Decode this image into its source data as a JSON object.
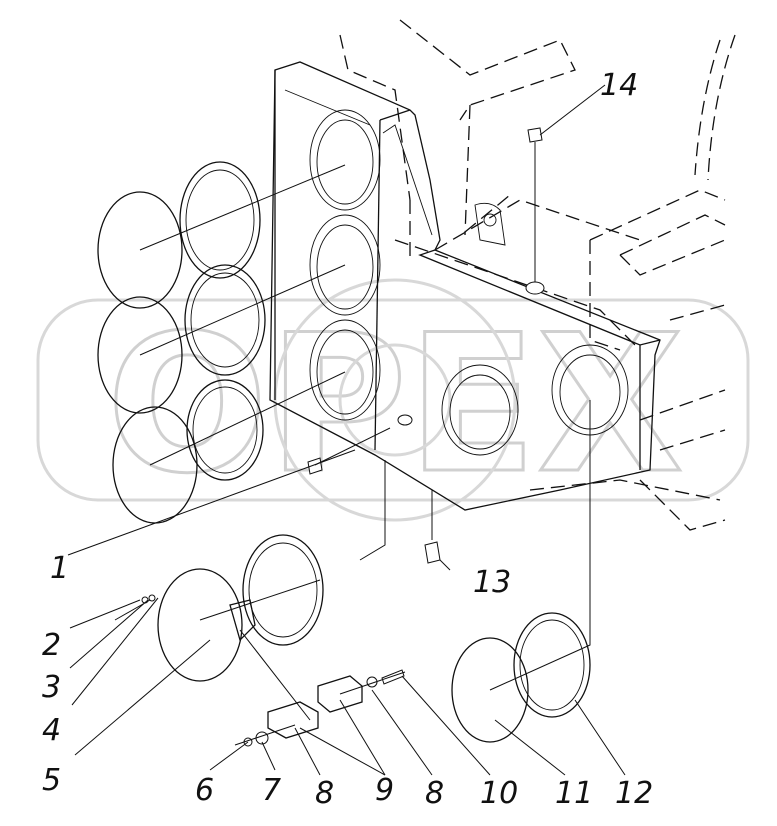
{
  "watermark": "OPEX",
  "callouts": [
    {
      "id": "c1",
      "label": "1"
    },
    {
      "id": "c2",
      "label": "2"
    },
    {
      "id": "c3",
      "label": "3"
    },
    {
      "id": "c4",
      "label": "4"
    },
    {
      "id": "c5",
      "label": "5"
    },
    {
      "id": "c6",
      "label": "6"
    },
    {
      "id": "c7",
      "label": "7"
    },
    {
      "id": "c8a",
      "label": "8"
    },
    {
      "id": "c9",
      "label": "9"
    },
    {
      "id": "c8b",
      "label": "8"
    },
    {
      "id": "c10",
      "label": "10"
    },
    {
      "id": "c11",
      "label": "11"
    },
    {
      "id": "c12",
      "label": "12"
    },
    {
      "id": "c13",
      "label": "13"
    },
    {
      "id": "c14",
      "label": "14"
    }
  ]
}
